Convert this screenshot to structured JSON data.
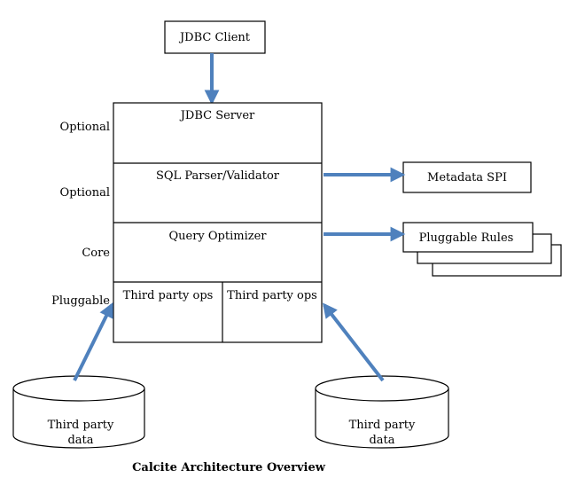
{
  "client": {
    "label": "JDBC Client"
  },
  "layers": [
    {
      "label": "JDBC Server",
      "side_label": "Optional"
    },
    {
      "label": "SQL Parser/Validator",
      "side_label": "Optional"
    },
    {
      "label": "Query Optimizer",
      "side_label": "Core"
    },
    {
      "side_label": "Pluggable",
      "cells": [
        "Third party ops",
        "Third party ops"
      ]
    }
  ],
  "external": {
    "metadata_spi": "Metadata SPI",
    "pluggable_rules": "Pluggable Rules"
  },
  "data_sources": [
    {
      "line1": "Third party",
      "line2": "data"
    },
    {
      "line1": "Third party",
      "line2": "data"
    }
  ],
  "caption": "Calcite Architecture Overview",
  "colors": {
    "arrow": "#4f81bd",
    "stroke": "#000000",
    "background": "#ffffff"
  }
}
